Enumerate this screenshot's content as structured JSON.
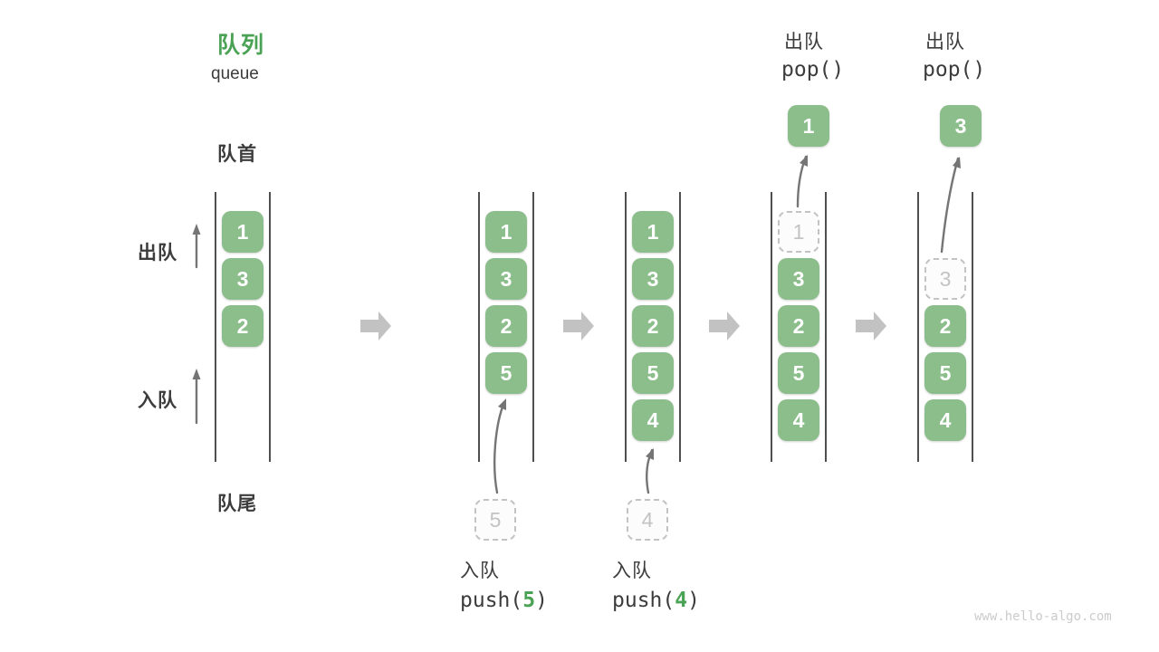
{
  "title": {
    "zh": "队列",
    "en": "queue"
  },
  "rail": {
    "front": "队首",
    "rear": "队尾",
    "dequeue": "出队",
    "enqueue": "入队"
  },
  "stages": [
    {
      "cells": [
        "1",
        "3",
        "2"
      ]
    },
    {
      "cells": [
        "1",
        "3",
        "2",
        "5"
      ],
      "incoming": "5",
      "op_label": "入队",
      "op_pre": "push(",
      "op_arg": "5",
      "op_post": ")"
    },
    {
      "cells": [
        "1",
        "3",
        "2",
        "5",
        "4"
      ],
      "incoming": "4",
      "op_label": "入队",
      "op_pre": "push(",
      "op_arg": "4",
      "op_post": ")"
    },
    {
      "ghost": "1",
      "cells": [
        "3",
        "2",
        "5",
        "4"
      ],
      "popped": "1",
      "op_label": "出队",
      "op_code": "pop()"
    },
    {
      "ghost": "3",
      "cells": [
        "2",
        "5",
        "4"
      ],
      "popped": "3",
      "op_label": "出队",
      "op_code": "pop()"
    }
  ],
  "watermark": "www.hello-algo.com",
  "colors": {
    "accent_green": "#4aa254",
    "cell_green": "#8cbe8c",
    "text_dark": "#3c3c3c",
    "ghost_gray": "#c3c3c3",
    "arrow_gray": "#c2c2c2",
    "flow_arrow_gray": "#757575",
    "line_dark": "#4f4f4f",
    "watermark_gray": "#cbcbcb"
  }
}
